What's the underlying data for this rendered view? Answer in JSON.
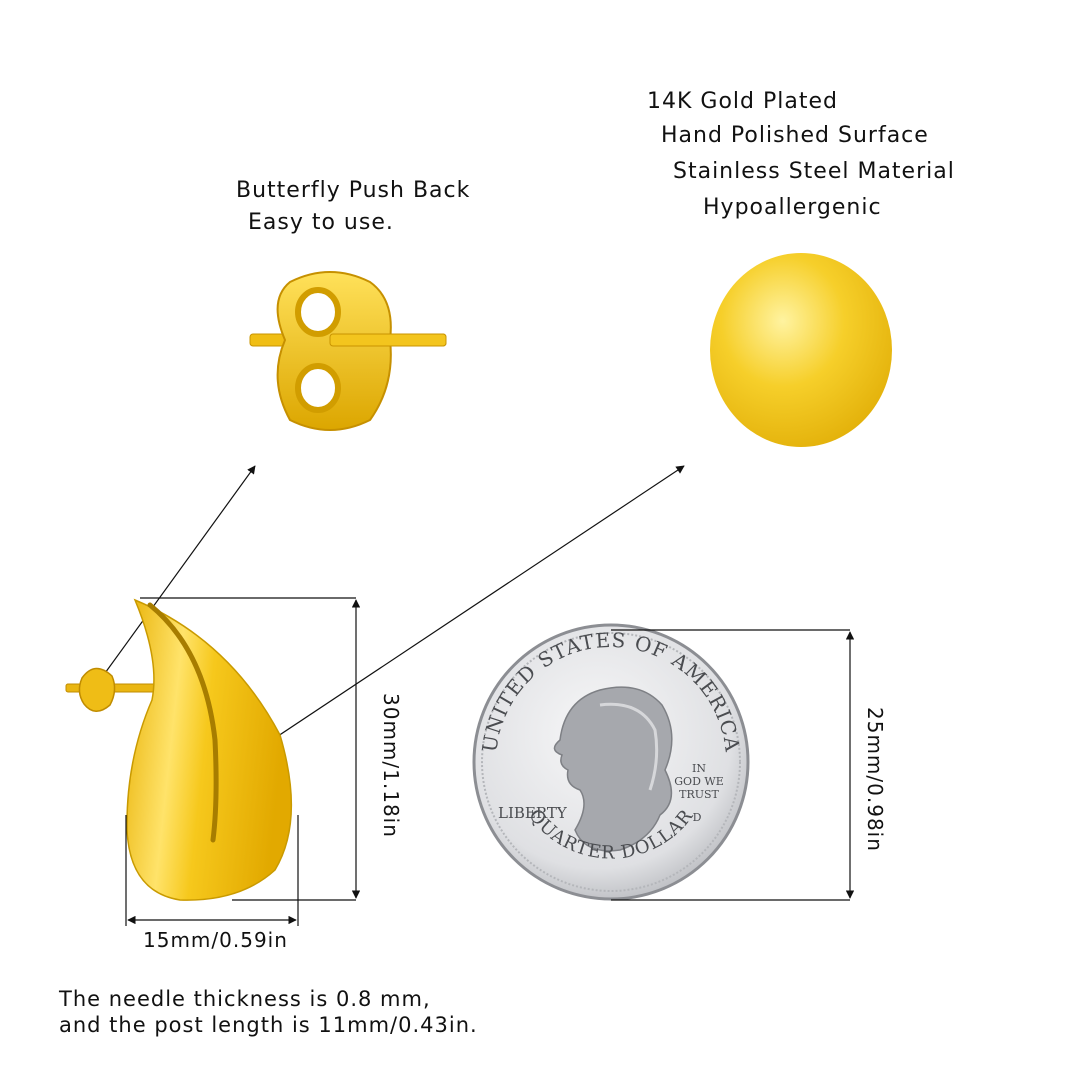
{
  "features": {
    "gold": "14K Gold Plated",
    "polished": "Hand Polished Surface",
    "steel": "Stainless Steel Material",
    "hypo": "Hypoallergenic"
  },
  "back": {
    "line1": "Butterfly Push Back",
    "line2": "Easy to use."
  },
  "dimensions": {
    "height": "30mm/1.18in",
    "width": "15mm/0.59in",
    "coin": "25mm/0.98in"
  },
  "coin": {
    "rim_text": "UNITED STATES OF AMERICA",
    "motto": [
      "IN",
      "GOD WE",
      "TRUST"
    ],
    "liberty": "LIBERTY",
    "mint": "D",
    "denomination": "QUARTER DOLLAR"
  },
  "note": {
    "line1": "The needle thickness is 0.8 mm,",
    "line2": "and the post length is 11mm/0.43in."
  },
  "colors": {
    "gold": "#f2c21a",
    "gold_dark": "#d9a800",
    "silver": "#c9cbcf"
  }
}
